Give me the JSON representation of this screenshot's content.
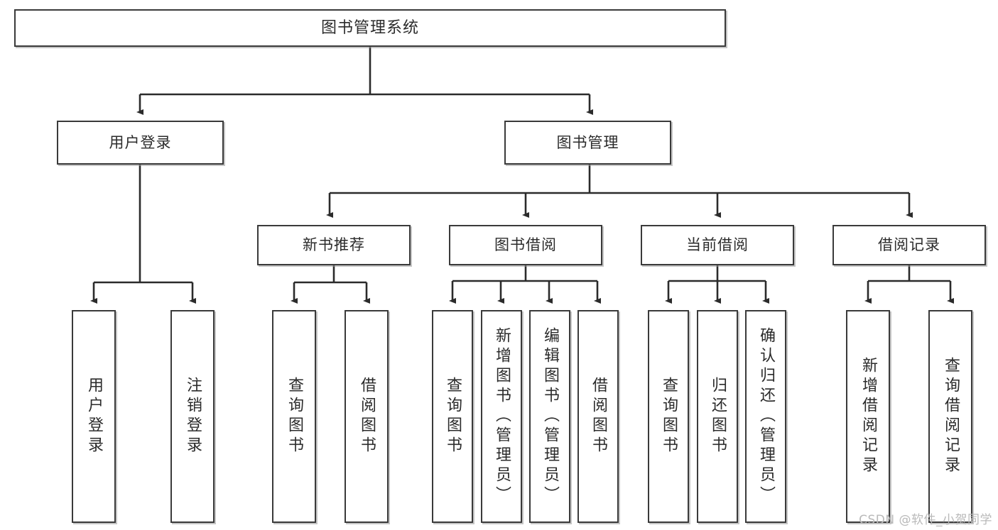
{
  "diagram": {
    "title": "图书管理系统",
    "type": "tree",
    "watermark": "CSDN @软件_小贺同学",
    "colors": {
      "box_border": "#3a3a3a",
      "box_fill": "#ffffff",
      "edge": "#2b2b2b",
      "text": "#2b2b2b",
      "watermark": "#b9b9b9"
    },
    "root": {
      "id": "root",
      "label": "图书管理系统"
    },
    "level1": [
      {
        "id": "user-login",
        "label": "用户登录"
      },
      {
        "id": "book-manage",
        "label": "图书管理"
      }
    ],
    "level2": [
      {
        "id": "new-book-rec",
        "label": "新书推荐",
        "parent": "book-manage"
      },
      {
        "id": "book-borrow",
        "label": "图书借阅",
        "parent": "book-manage"
      },
      {
        "id": "current-borrow",
        "label": "当前借阅",
        "parent": "book-manage"
      },
      {
        "id": "borrow-record",
        "label": "借阅记录",
        "parent": "book-manage"
      }
    ],
    "leaves": [
      {
        "id": "leaf-user-login",
        "label": "用户登录",
        "parent": "user-login"
      },
      {
        "id": "leaf-logout-login",
        "label": "注销登录",
        "parent": "user-login"
      },
      {
        "id": "leaf-query-book-1",
        "label": "查询图书",
        "parent": "new-book-rec"
      },
      {
        "id": "leaf-borrow-book-1",
        "label": "借阅图书",
        "parent": "new-book-rec"
      },
      {
        "id": "leaf-query-book-2",
        "label": "查询图书",
        "parent": "book-borrow"
      },
      {
        "id": "leaf-add-book",
        "label": "新增图书（管理员）",
        "parent": "book-borrow"
      },
      {
        "id": "leaf-edit-book",
        "label": "编辑图书（管理员）",
        "parent": "book-borrow"
      },
      {
        "id": "leaf-borrow-book-2",
        "label": "借阅图书",
        "parent": "book-borrow"
      },
      {
        "id": "leaf-query-book-3",
        "label": "查询图书",
        "parent": "current-borrow"
      },
      {
        "id": "leaf-return-book",
        "label": "归还图书",
        "parent": "current-borrow"
      },
      {
        "id": "leaf-confirm-return",
        "label": "确认归还（管理员）",
        "parent": "current-borrow"
      },
      {
        "id": "leaf-add-record",
        "label": "新增借阅记录",
        "parent": "borrow-record"
      },
      {
        "id": "leaf-query-record",
        "label": "查询借阅记录",
        "parent": "borrow-record"
      }
    ]
  }
}
